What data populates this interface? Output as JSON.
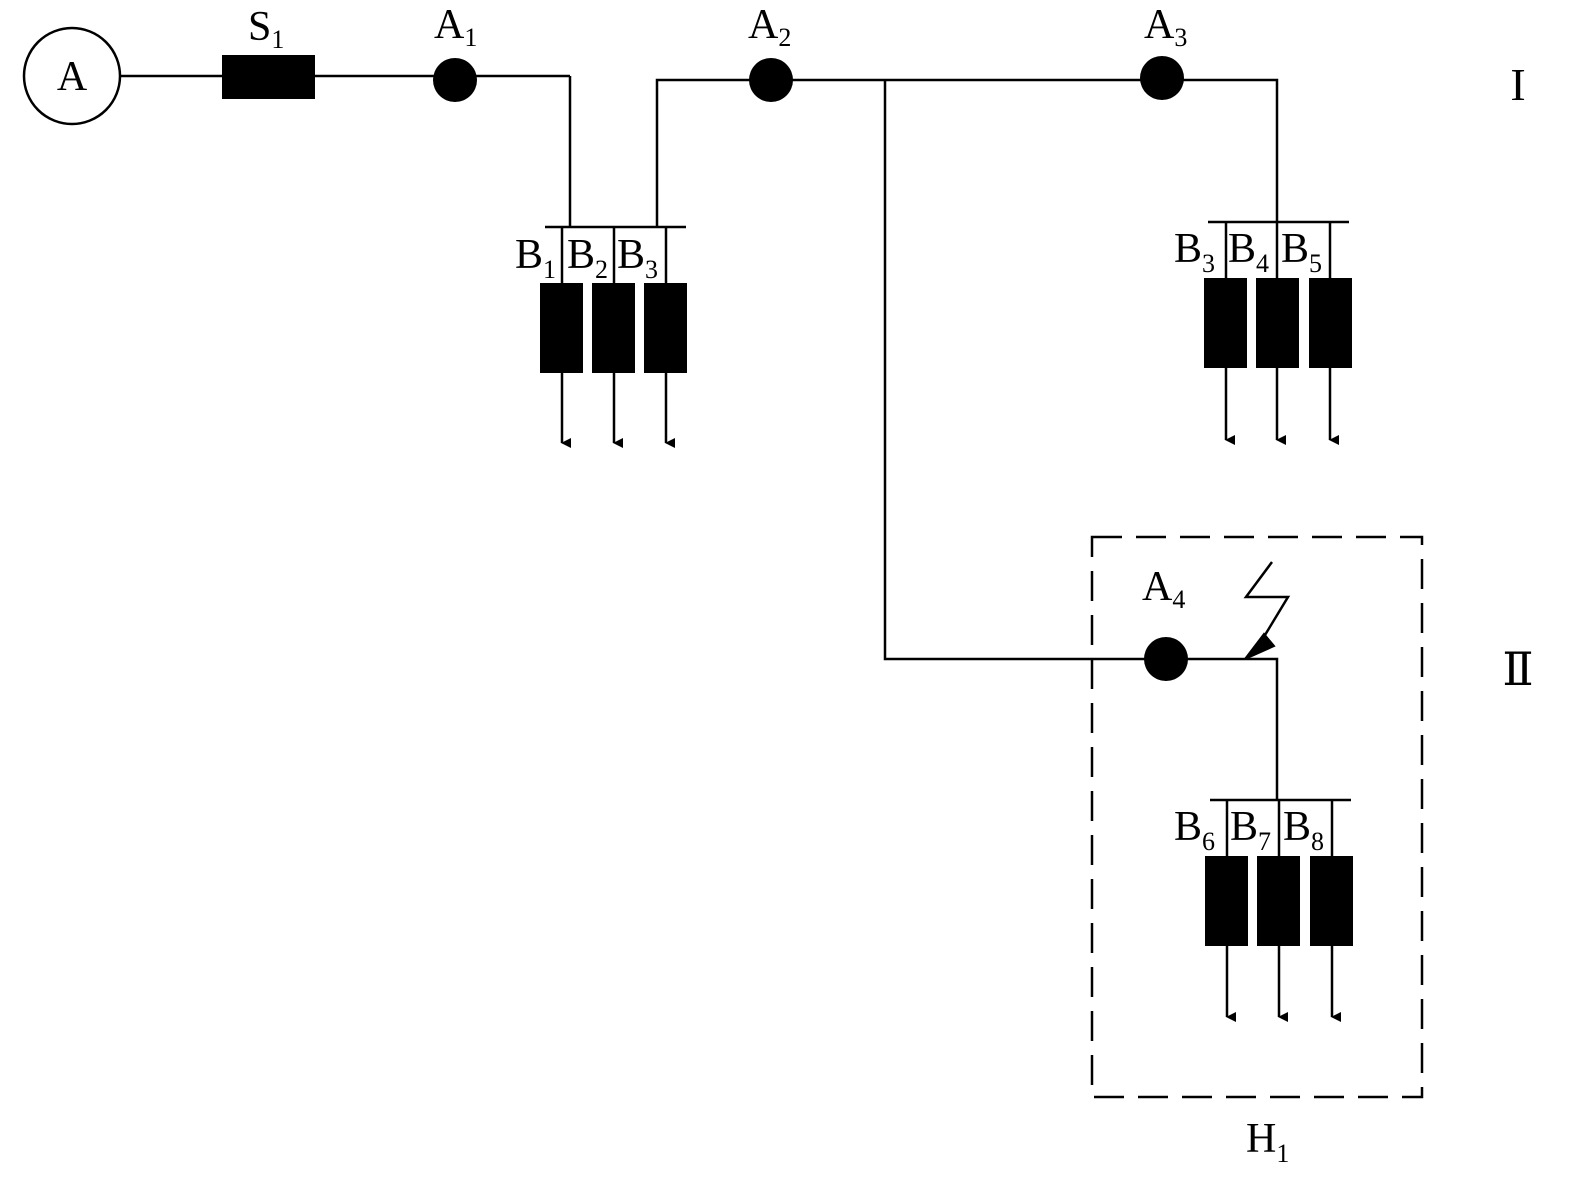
{
  "source": {
    "letter": "A"
  },
  "switch": {
    "main": "S",
    "sub": "1"
  },
  "nodes": [
    {
      "main": "A",
      "sub": "1"
    },
    {
      "main": "A",
      "sub": "2"
    },
    {
      "main": "A",
      "sub": "3"
    },
    {
      "main": "A",
      "sub": "4"
    }
  ],
  "loads": [
    {
      "main": "B",
      "sub": "1"
    },
    {
      "main": "B",
      "sub": "2"
    },
    {
      "main": "B",
      "sub": "3"
    },
    {
      "main": "B",
      "sub": "3"
    },
    {
      "main": "B",
      "sub": "4"
    },
    {
      "main": "B",
      "sub": "5"
    },
    {
      "main": "B",
      "sub": "6"
    },
    {
      "main": "B",
      "sub": "7"
    },
    {
      "main": "B",
      "sub": "8"
    }
  ],
  "zones": {
    "zone1": "I",
    "zone2": "Ⅱ"
  },
  "region": {
    "main": "H",
    "sub": "1"
  }
}
